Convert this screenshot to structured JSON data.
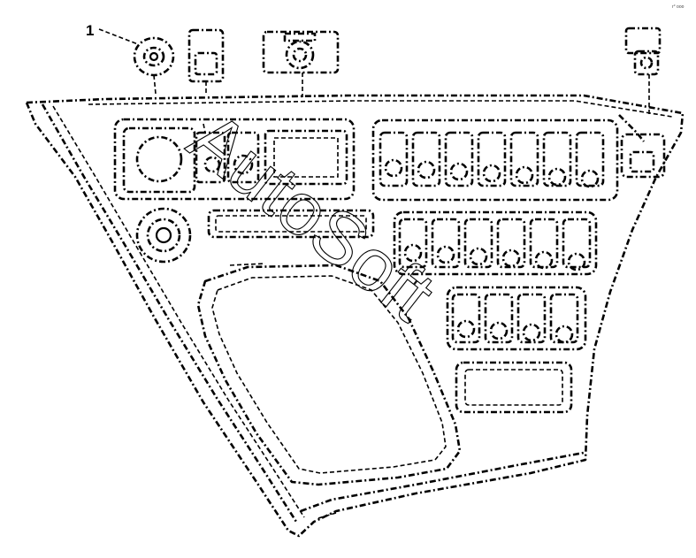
{
  "callouts": [
    {
      "label": "1",
      "part": "round knob"
    }
  ],
  "corner_mark": "r° ooo",
  "watermark": "AutoSoft"
}
